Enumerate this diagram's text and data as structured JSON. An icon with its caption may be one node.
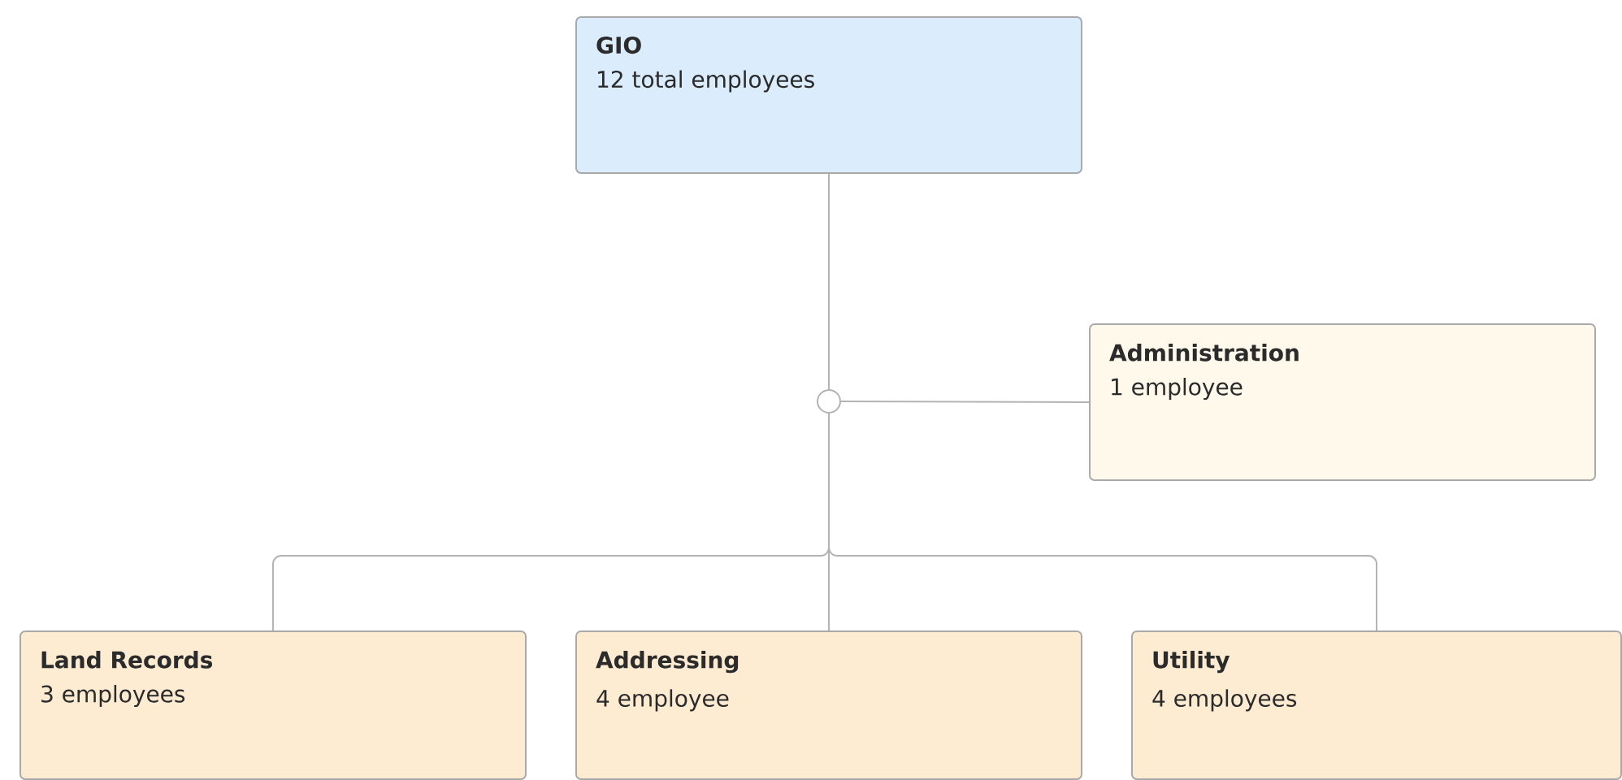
{
  "diagram": {
    "nodes": [
      {
        "text": [
          "GIO",
          "12 total employees"
        ]
      },
      {
        "text": [
          "Administration",
          "1 employee"
        ]
      },
      {
        "text": [],
        "shape": "circle"
      },
      {
        "text": [
          "Land Records",
          "3 employees"
        ]
      },
      {
        "text": [
          "Addressing",
          "4 employee"
        ]
      },
      {
        "text": [
          "Utility",
          "4 employees"
        ]
      }
    ],
    "edges": [
      {
        "from": 0,
        "to": 2,
        "arrow": "none"
      },
      {
        "from": 2,
        "to": 1,
        "arrow": "none"
      },
      {
        "from": 2,
        "to": 3,
        "arrow": "none"
      },
      {
        "from": 2,
        "to": 4,
        "arrow": "none"
      },
      {
        "from": 2,
        "to": 5,
        "arrow": "none"
      }
    ]
  }
}
